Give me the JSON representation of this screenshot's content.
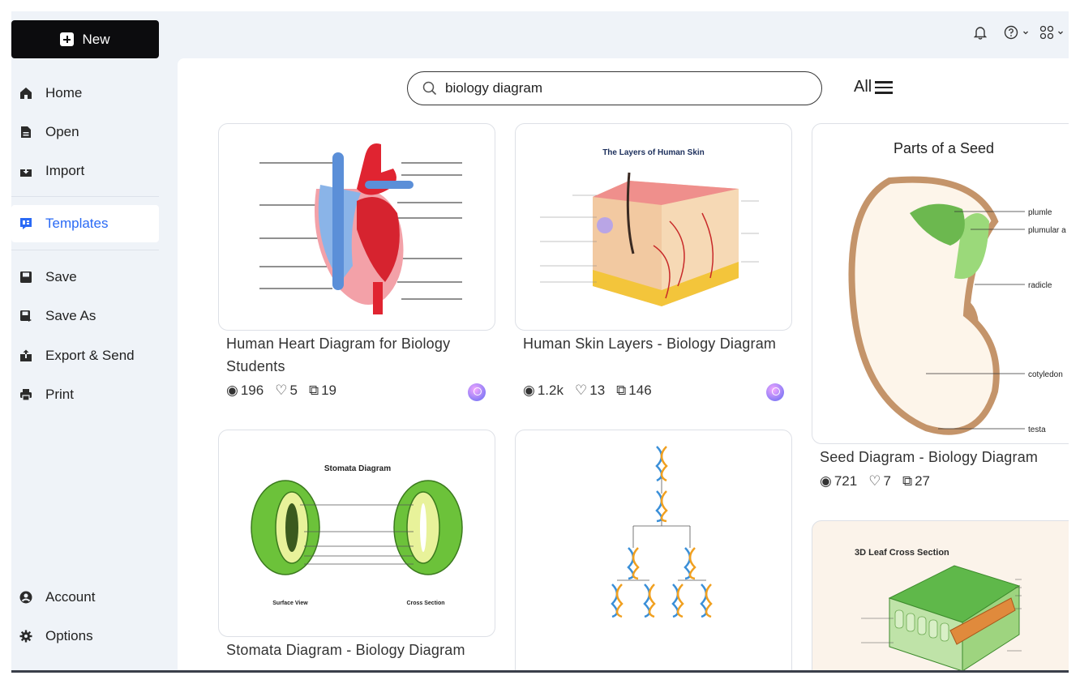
{
  "sidebar": {
    "new_label": "New",
    "items": [
      {
        "label": "Home",
        "icon": "home-icon"
      },
      {
        "label": "Open",
        "icon": "file-icon"
      },
      {
        "label": "Import",
        "icon": "import-icon"
      },
      {
        "label": "Templates",
        "icon": "templates-icon",
        "active": true
      },
      {
        "label": "Save",
        "icon": "save-icon"
      },
      {
        "label": "Save As",
        "icon": "save-as-icon"
      },
      {
        "label": "Export & Send",
        "icon": "export-icon"
      },
      {
        "label": "Print",
        "icon": "print-icon"
      },
      {
        "label": "Account",
        "icon": "account-icon"
      },
      {
        "label": "Options",
        "icon": "gear-icon"
      }
    ]
  },
  "search": {
    "value": "biology diagram"
  },
  "filter": {
    "label": "All"
  },
  "colors": {
    "accent": "#2a6af5",
    "new_button": "#0c0c0e",
    "sidebar_bg": "#eff3f8"
  },
  "cards": [
    {
      "title": "Human Heart Diagram for Biology Students",
      "views": "196",
      "likes": "5",
      "copies": "19"
    },
    {
      "title": "Human Skin Layers - Biology Diagram",
      "views": "1.2k",
      "likes": "13",
      "copies": "146"
    },
    {
      "title": "Seed Diagram - Biology Diagram",
      "views": "721",
      "likes": "7",
      "copies": "27"
    },
    {
      "title": "Stomata Diagram - Biology Diagram"
    },
    {
      "title": ""
    },
    {
      "title": ""
    }
  ],
  "thumbs": {
    "skin_title": "The Layers of Human Skin",
    "seed_title": "Parts of a Seed",
    "seed_labels": [
      "plumle",
      "plumular a",
      "radicle",
      "cotyledon",
      "testa"
    ],
    "stomata_title": "Stomata Diagram",
    "stomata_views": [
      "Surface View",
      "Cross Section"
    ],
    "leaf_title": "3D Leaf Cross Section"
  }
}
